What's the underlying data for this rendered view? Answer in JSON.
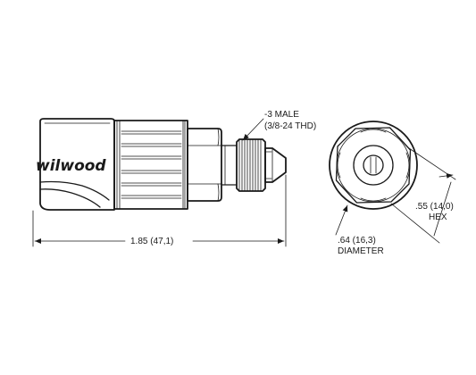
{
  "logo_text": "wilwood",
  "callouts": {
    "thread_line1": "-3 MALE",
    "thread_line2": "(3/8-24 THD)",
    "length": "1.85 (47,1)",
    "hex_line1": ".55 (14,0)",
    "hex_line2": "HEX",
    "diameter_line1": ".64 (16,3)",
    "diameter_line2": "DIAMETER"
  },
  "colors": {
    "line": "#1a1a1a",
    "background": "#ffffff"
  }
}
